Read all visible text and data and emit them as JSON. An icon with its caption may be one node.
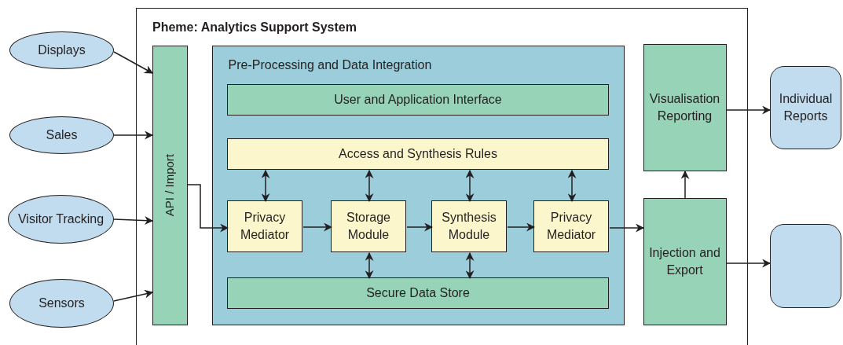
{
  "diagram": {
    "nodes": [
      {
        "text": [
          "Displays"
        ]
      },
      {
        "text": [
          "Sales"
        ]
      },
      {
        "text": [
          "Visitor Tracking"
        ]
      },
      {
        "text": [
          "Sensors"
        ]
      },
      {
        "text": [
          "Pheme: Analytics Support System"
        ]
      },
      {
        "text": [
          "API / Import"
        ],
        "in": 4
      },
      {
        "text": [
          "Pre-Processing and Data Integration"
        ],
        "in": 4
      },
      {
        "text": [
          "User and Application Interface"
        ],
        "in": 6
      },
      {
        "text": [
          "Access and Synthesis Rules"
        ],
        "in": 6
      },
      {
        "text": [
          "Privacy Mediator"
        ],
        "in": 6
      },
      {
        "text": [
          "Storage Module"
        ],
        "in": 6
      },
      {
        "text": [
          "Synthesis Module"
        ],
        "in": 6
      },
      {
        "text": [
          "Privacy Mediator"
        ],
        "in": 6
      },
      {
        "text": [
          "Secure Data Store"
        ],
        "in": 6
      },
      {
        "text": [
          "Visualisation Reporting"
        ],
        "in": 4
      },
      {
        "text": [
          "Injection and Export"
        ],
        "in": 4
      },
      {
        "text": [
          "Individual Reports"
        ]
      },
      {
        "text": [],
        "shape": "box"
      }
    ],
    "edges": [
      {
        "from": 0,
        "to": 5,
        "arrow": "to"
      },
      {
        "from": 1,
        "to": 5,
        "arrow": "to"
      },
      {
        "from": 2,
        "to": 5,
        "arrow": "to"
      },
      {
        "from": 3,
        "to": 5,
        "arrow": "to"
      },
      {
        "from": 5,
        "to": 9,
        "arrow": "to"
      },
      {
        "from": 9,
        "to": 10,
        "arrow": "to"
      },
      {
        "from": 10,
        "to": 11,
        "arrow": "to"
      },
      {
        "from": 11,
        "to": 12,
        "arrow": "to"
      },
      {
        "from": 12,
        "to": 15,
        "arrow": "to"
      },
      {
        "from": 8,
        "to": 9,
        "arrow": "both"
      },
      {
        "from": 8,
        "to": 10,
        "arrow": "both"
      },
      {
        "from": 8,
        "to": 11,
        "arrow": "both"
      },
      {
        "from": 8,
        "to": 12,
        "arrow": "both"
      },
      {
        "from": 10,
        "to": 13,
        "arrow": "both"
      },
      {
        "from": 11,
        "to": 13,
        "arrow": "both"
      },
      {
        "from": 15,
        "to": 14,
        "arrow": "to"
      },
      {
        "from": 14,
        "to": 16,
        "arrow": "to"
      },
      {
        "from": 15,
        "to": 17,
        "arrow": "to"
      }
    ]
  }
}
